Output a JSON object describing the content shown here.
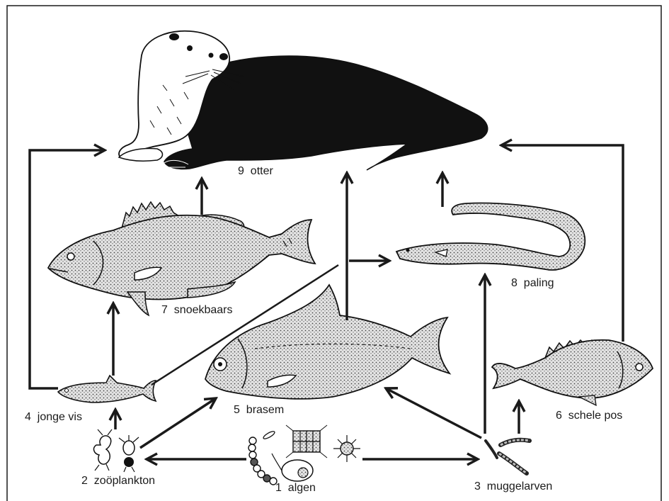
{
  "labels": {
    "otter": "9  otter",
    "snoekbaars": "7  snoekbaars",
    "paling": "8  paling",
    "jonge_vis": "4  jonge vis",
    "brasem": "5  brasem",
    "schele_pos": "6  schele pos",
    "zooplankton": "2  zoöplankton",
    "algen": "1  algen",
    "muggelarven": "3  muggelarven"
  },
  "colors": {
    "ink": "#1a1a1a",
    "stipple_background": "#e4e4e4",
    "paper": "#ffffff"
  }
}
